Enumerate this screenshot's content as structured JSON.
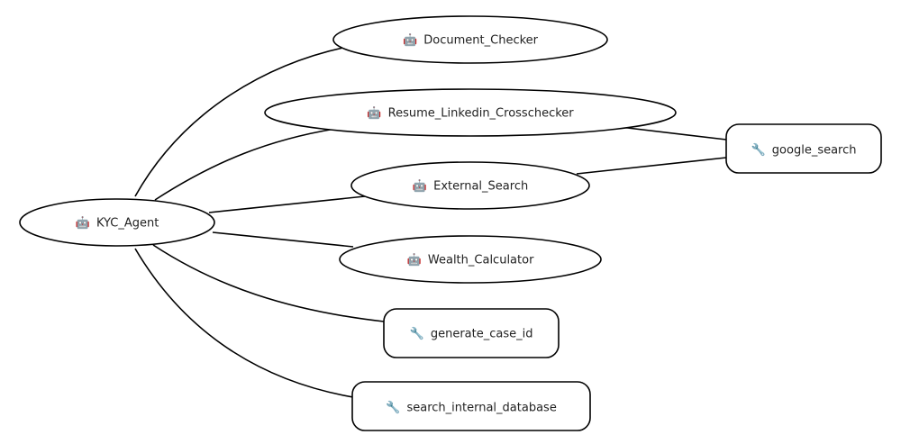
{
  "icons": {
    "agent": "robot-icon",
    "tool": "wrench-icon",
    "agent_glyph": "🤖",
    "tool_glyph": "🔧"
  },
  "nodes": {
    "kyc_agent": {
      "label": "KYC_Agent",
      "kind": "agent"
    },
    "document_checker": {
      "label": "Document_Checker",
      "kind": "agent"
    },
    "resume_linkedin_crosschecker": {
      "label": "Resume_Linkedin_Crosschecker",
      "kind": "agent"
    },
    "external_search": {
      "label": "External_Search",
      "kind": "agent"
    },
    "wealth_calculator": {
      "label": "Wealth_Calculator",
      "kind": "agent"
    },
    "google_search": {
      "label": "google_search",
      "kind": "tool"
    },
    "generate_case_id": {
      "label": "generate_case_id",
      "kind": "tool"
    },
    "search_internal_database": {
      "label": "search_internal_database",
      "kind": "tool"
    }
  },
  "edges": [
    {
      "from": "kyc_agent",
      "to": "document_checker"
    },
    {
      "from": "kyc_agent",
      "to": "resume_linkedin_crosschecker"
    },
    {
      "from": "kyc_agent",
      "to": "external_search"
    },
    {
      "from": "kyc_agent",
      "to": "wealth_calculator"
    },
    {
      "from": "kyc_agent",
      "to": "generate_case_id"
    },
    {
      "from": "kyc_agent",
      "to": "search_internal_database"
    },
    {
      "from": "resume_linkedin_crosschecker",
      "to": "google_search"
    },
    {
      "from": "external_search",
      "to": "google_search"
    }
  ]
}
